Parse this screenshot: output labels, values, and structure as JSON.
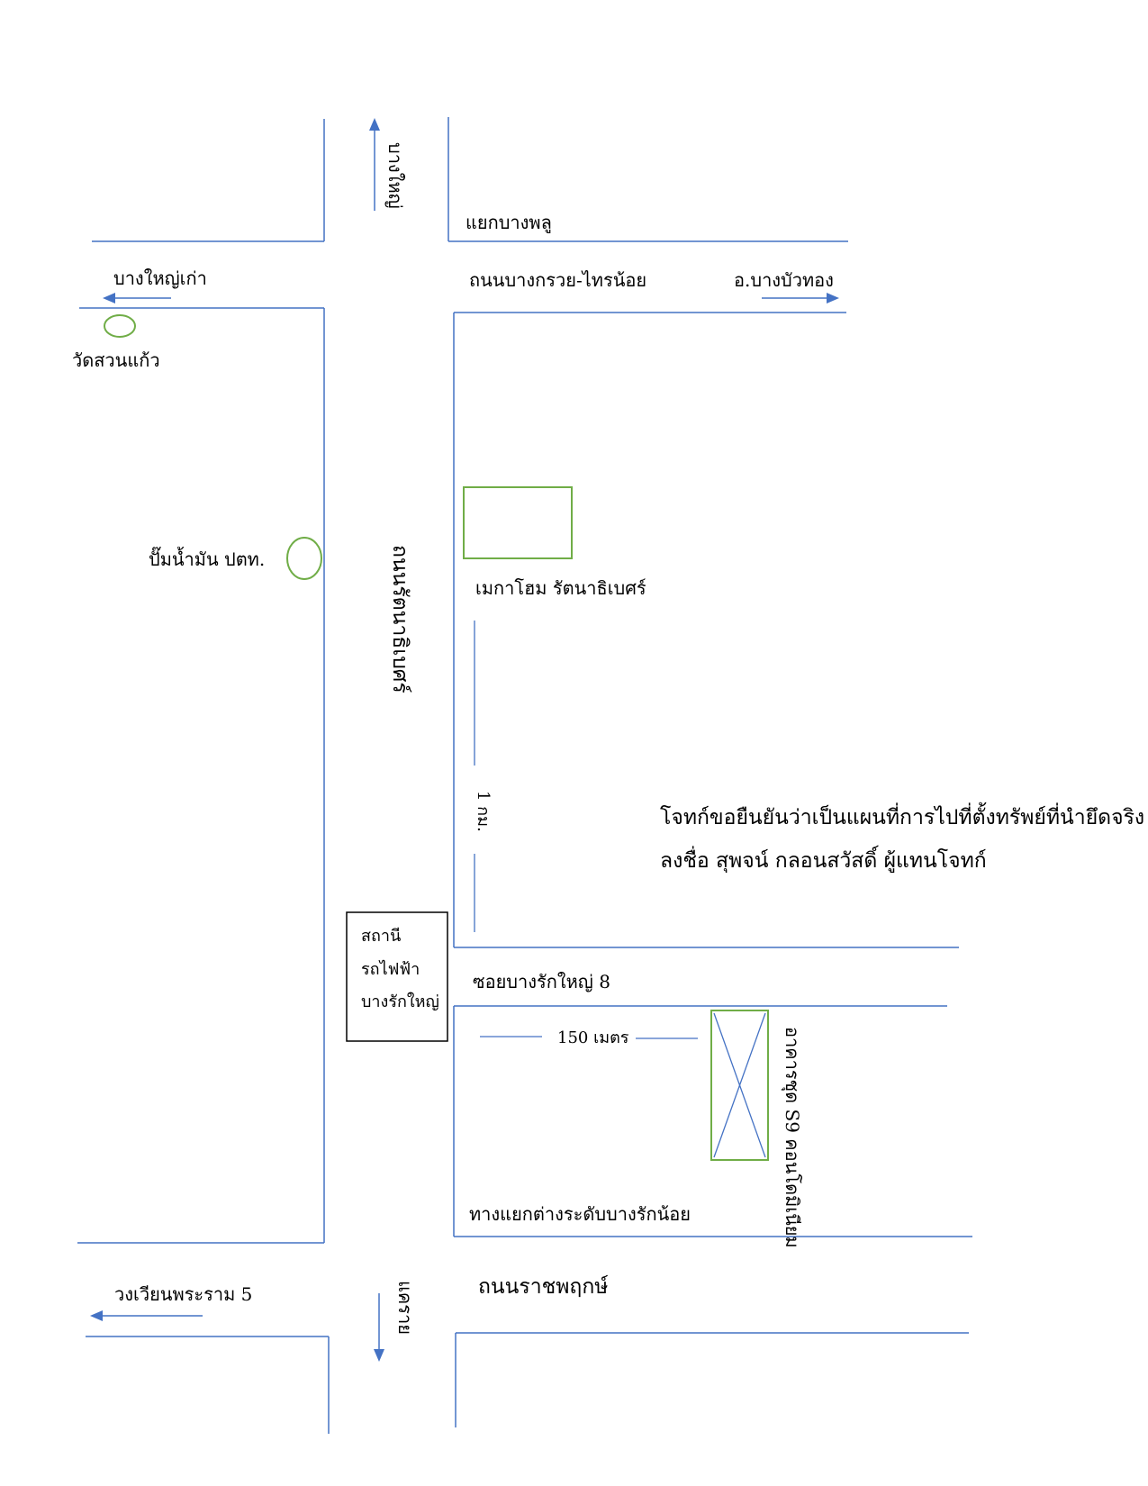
{
  "colors": {
    "road": "#4472c4",
    "landmark": "#70ad47",
    "text": "#000000",
    "station_border": "#000000"
  },
  "roads": {
    "to_bang_yai": "บางใหญ่",
    "bang_phlu_junction": "แยกบางพลู",
    "old_bang_yai": "บางใหญ่เก่า",
    "bang_kruai_sai_noi_road": "ถนนบางกรวย-ไทรน้อย",
    "bang_bua_thong": "อ.บางบัวทอง",
    "rattanathibet_road": "ถนนรัตนาธิเบศร์",
    "soi_bang_rak_yai_8": "ซอยบางรักใหญ่ 8",
    "interchange": "ทางแยกต่างระดับบางรักน้อย",
    "rama5_circle": "วงเวียนพระราม 5",
    "khae_rai": "แคราย",
    "ratchaphruek_road": "ถนนราชพฤกษ์"
  },
  "landmarks": {
    "wat_suan_kaeo": "วัดสวนแก้ว",
    "ptt_station": "ปั๊มน้ำมัน ปตท.",
    "mega_home": "เมกาโฮม รัตนาธิเบศร์",
    "mrt_station": [
      "สถานี",
      "รถไฟฟ้า",
      "บางรักใหญ่"
    ],
    "condo": "อาคารชุด S9 คอนโดมิเนียม"
  },
  "distances": {
    "along_rattanathibet": "1 กม.",
    "along_soi": "150 เมตร"
  },
  "note": {
    "line1": "โจทก์ขอยืนยันว่าเป็นแผนที่การไปที่ตั้งทรัพย์ที่นำยึดจริง",
    "line2": "ลงชื่อ  สุพจน์  กลอนสวัสดิ์  ผู้แทนโจทก์"
  }
}
